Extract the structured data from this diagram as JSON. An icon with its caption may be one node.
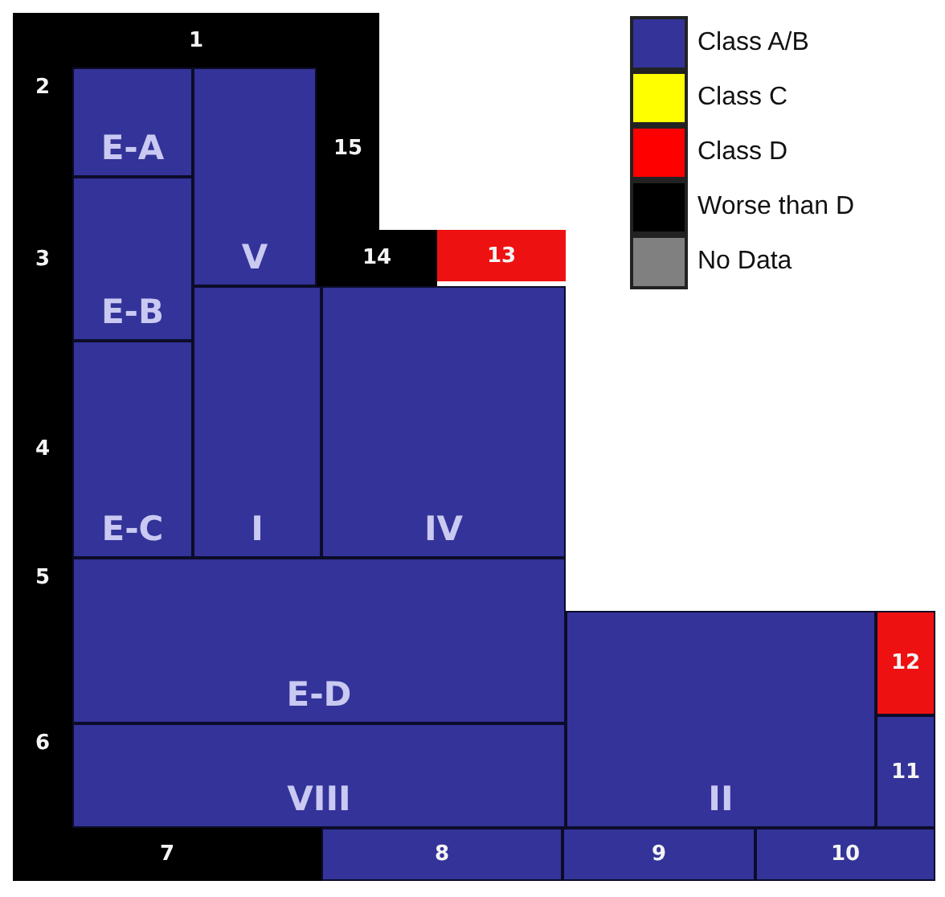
{
  "diagram": {
    "nodes": [
      {
        "text": [
          "1"
        ]
      },
      {
        "text": [
          "2"
        ]
      },
      {
        "text": [
          "E-A"
        ]
      },
      {
        "text": [
          "15"
        ]
      },
      {
        "text": [
          "V"
        ]
      },
      {
        "text": [
          "3"
        ]
      },
      {
        "text": [
          "14"
        ]
      },
      {
        "text": [
          "13"
        ]
      },
      {
        "text": [
          "E-B"
        ]
      },
      {
        "text": [
          "4"
        ]
      },
      {
        "text": [
          "E-C"
        ]
      },
      {
        "text": [
          "I"
        ]
      },
      {
        "text": [
          "IV"
        ]
      },
      {
        "text": [
          "5"
        ]
      },
      {
        "text": [
          "E-D"
        ]
      },
      {
        "text": [
          "12"
        ]
      },
      {
        "text": [
          "6"
        ]
      },
      {
        "text": [
          "VIII"
        ]
      },
      {
        "text": [
          "II"
        ]
      },
      {
        "text": [
          "11"
        ]
      },
      {
        "text": [
          "7"
        ]
      },
      {
        "text": [
          "8"
        ]
      },
      {
        "text": [
          "9"
        ]
      },
      {
        "text": [
          "10"
        ]
      }
    ],
    "legend": [
      {
        "text": "Class A/B",
        "color": "#333399"
      },
      {
        "text": "Class C",
        "color": "#ffff00"
      },
      {
        "text": "Class D",
        "color": "#ff0000"
      },
      {
        "text": "Worse than D",
        "color": "#000000"
      },
      {
        "text": "No Data",
        "color": "#808080"
      }
    ]
  }
}
